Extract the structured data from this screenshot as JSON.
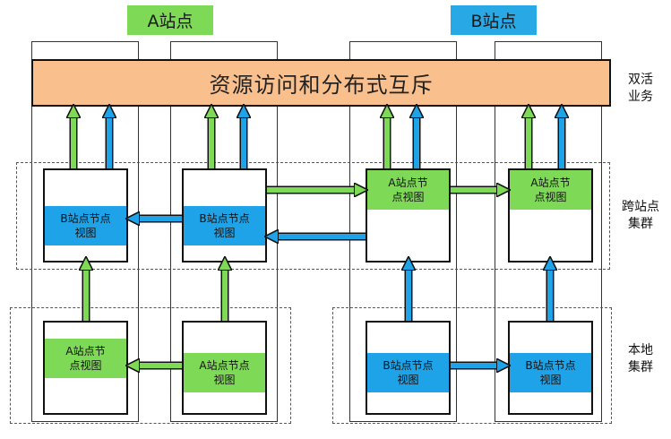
{
  "sites": {
    "a": "A站点",
    "b": "B站点"
  },
  "banner": "资源访问和分布式互斥",
  "side": {
    "dual_active": [
      "双活",
      "业务"
    ],
    "cross_cluster": [
      "跨站点",
      "集群"
    ],
    "local_cluster": [
      "本地",
      "集群"
    ]
  },
  "nodes": {
    "top_1": [
      "B站点节点",
      "视图"
    ],
    "top_2": [
      "B站点节点",
      "视图"
    ],
    "top_3": [
      "A站点节",
      "点视图"
    ],
    "top_4": [
      "A站点节",
      "点视图"
    ],
    "bot_1": [
      "A站点节",
      "点视图"
    ],
    "bot_2": [
      "A站点节点",
      "视图"
    ],
    "bot_3": [
      "B站点节点",
      "视图"
    ],
    "bot_4": [
      "B站点节点",
      "视图"
    ]
  },
  "colors": {
    "green": "#7ed957",
    "blue": "#1ea3e8",
    "banner": "#f9c08e"
  }
}
